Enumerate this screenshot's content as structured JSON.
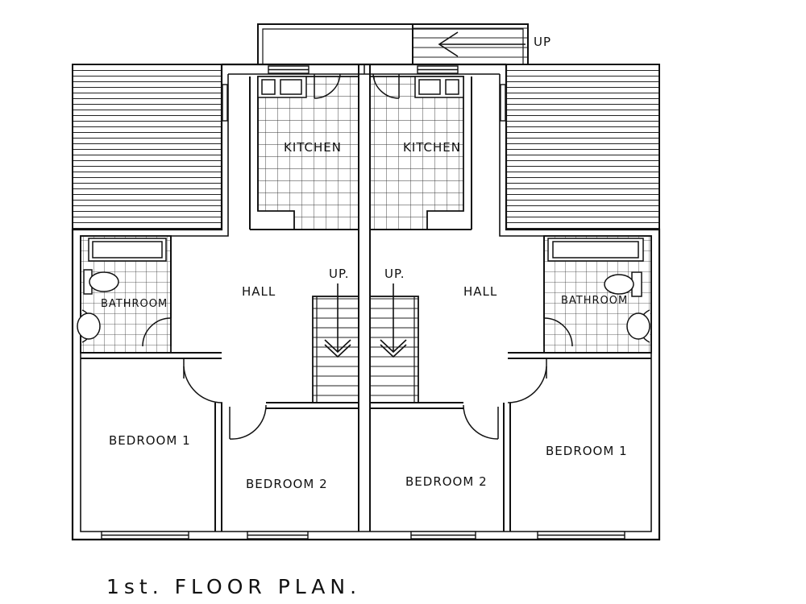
{
  "plan": {
    "title": "1st. FLOOR PLAN.",
    "stair_up_top": "UP",
    "stair_up_left": "UP.",
    "stair_up_right": "UP.",
    "left_unit": {
      "kitchen": "KITCHEN",
      "hall": "HALL",
      "bathroom": "BATHROOM",
      "bedroom1": "BEDROOM 1",
      "bedroom2": "BEDROOM 2"
    },
    "right_unit": {
      "kitchen": "KITCHEN",
      "hall": "HALL",
      "bathroom": "BATHROOM",
      "bedroom1": "BEDROOM 1",
      "bedroom2": "BEDROOM 2"
    }
  }
}
